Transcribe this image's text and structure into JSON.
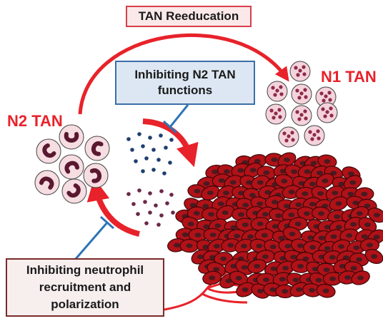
{
  "labels": {
    "reeducation": "TAN Reeducation",
    "n2_functions_line1": "Inhibiting N2 TAN",
    "n2_functions_line2": "functions",
    "recruitment_line1": "Inhibiting neutrophil",
    "recruitment_line2": "recruitment and",
    "recruitment_line3": "polarization",
    "n1_tan": "N1 TAN",
    "n2_tan": "N2 TAN"
  },
  "colors": {
    "arrow_red": "#e8222a",
    "inhibitor_blue": "#2e75b6",
    "tumor_cell_fill": "#b01218",
    "tumor_cell_outline": "#3d0608",
    "tumor_nucleus": "#4a1a20",
    "n1_cell_fill": "#f4d3dc",
    "n1_granule": "#8e2a48",
    "n2_cell_fill": "#f6dde2",
    "n2_nucleus": "#5a1830",
    "blue_dot": "#1f3f6f",
    "purple_dot": "#6a2848"
  }
}
